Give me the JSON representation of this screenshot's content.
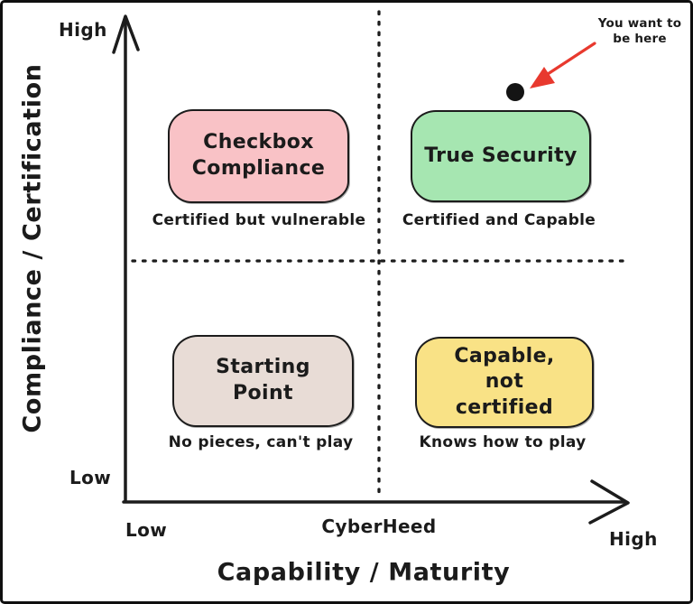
{
  "axes": {
    "y": {
      "title": "Compliance / Certification",
      "high": "High",
      "low": "Low"
    },
    "x": {
      "title": "Capability / Maturity",
      "low": "Low",
      "center": "CyberHeed",
      "high": "High"
    }
  },
  "quadrants": {
    "top_left": {
      "label": "Checkbox Compliance",
      "caption": "Certified but vulnerable",
      "fill": "#f9c2c6"
    },
    "top_right": {
      "label": "True Security",
      "caption": "Certified and Capable",
      "fill": "#a6e6b1"
    },
    "bottom_left": {
      "label": "Starting Point",
      "caption": "No pieces, can't play",
      "fill": "#e8dcd6"
    },
    "bottom_right": {
      "label": "Capable, not certified",
      "caption": "Knows how to play",
      "fill": "#f9e286"
    }
  },
  "annotation": {
    "line1": "You want to",
    "line2": "be here",
    "arrow_color": "#e8392e",
    "dot_color": "#141414"
  },
  "colors": {
    "ink": "#1c1c1c",
    "background": "#ffffff"
  }
}
